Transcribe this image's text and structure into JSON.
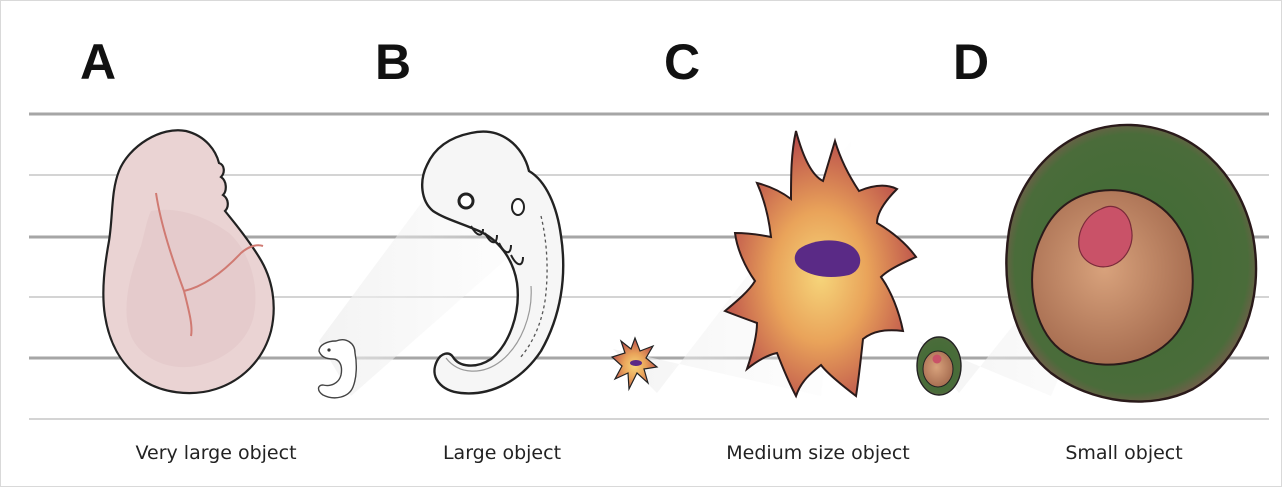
{
  "panels": [
    {
      "letter": "A",
      "caption": "Very large object",
      "subject": "placenta-like tissue"
    },
    {
      "letter": "B",
      "caption": "Large object",
      "subject": "embryo"
    },
    {
      "letter": "C",
      "caption": "Medium size object",
      "subject": "cell"
    },
    {
      "letter": "D",
      "caption": "Small object",
      "subject": "cell nucleus"
    }
  ],
  "colors": {
    "guide_line_dark": "#a6a6a6",
    "guide_line_light": "#d4d4d4",
    "tissue_fill": "#ead3d3",
    "vessel": "#d07a72",
    "cell_outer": "#c2544e",
    "cell_glow": "#f2c668",
    "nucleus_purple": "#5a2a86",
    "small_ring": "#8a5654",
    "small_green": "#3f6b34",
    "small_body": "#b57f62",
    "small_core": "#c95268"
  }
}
